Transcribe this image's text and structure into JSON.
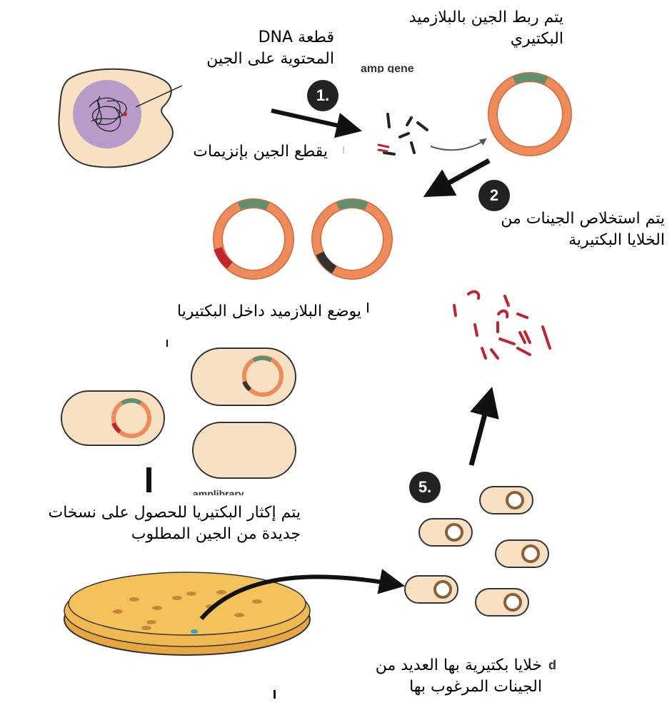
{
  "labels": {
    "dna_segment_line1": "قطعة  DNA",
    "dna_segment_line2": "المحتوية على الجين",
    "gene_cut": "يقطع الجين  بإنزيمات",
    "ligate_line1": "يتم ربط الجين بالبلازميد",
    "ligate_line2": "البكتيري",
    "extract_line1": "يتم استخلاص الجينات من",
    "extract_line2": "الخلايا البكتيرية",
    "insert_plasmid": "يوضع البلازميد داخل البكتيريا",
    "multiply_line1": "يتم إكثار البكتيريا للحصول على نسخات",
    "multiply_line2": "جديدة من الجين المطلوب",
    "many_genes_line1": "خلايا بكتيرية بها العديد من",
    "many_genes_line2": "الجينات المرغوب بها"
  },
  "steps": {
    "one": "1.",
    "two": "2",
    "five": "5."
  },
  "fragments": {
    "amp_gene": "amp gene",
    "bottom_fragment": "amplibrary",
    "d_marker": "d"
  },
  "colors": {
    "plasmid": "#ee8b5a",
    "plasmid_stroke": "#d4683a",
    "marker_green": "#5e8f6e",
    "gene_red": "#c0242f",
    "gene_dark": "#333333",
    "cell_fill": "#f8e1c2",
    "nucleus": "#b79bc9",
    "dish_fill": "#f4c15a",
    "colony": "#c2873a",
    "arrow": "#111111"
  }
}
